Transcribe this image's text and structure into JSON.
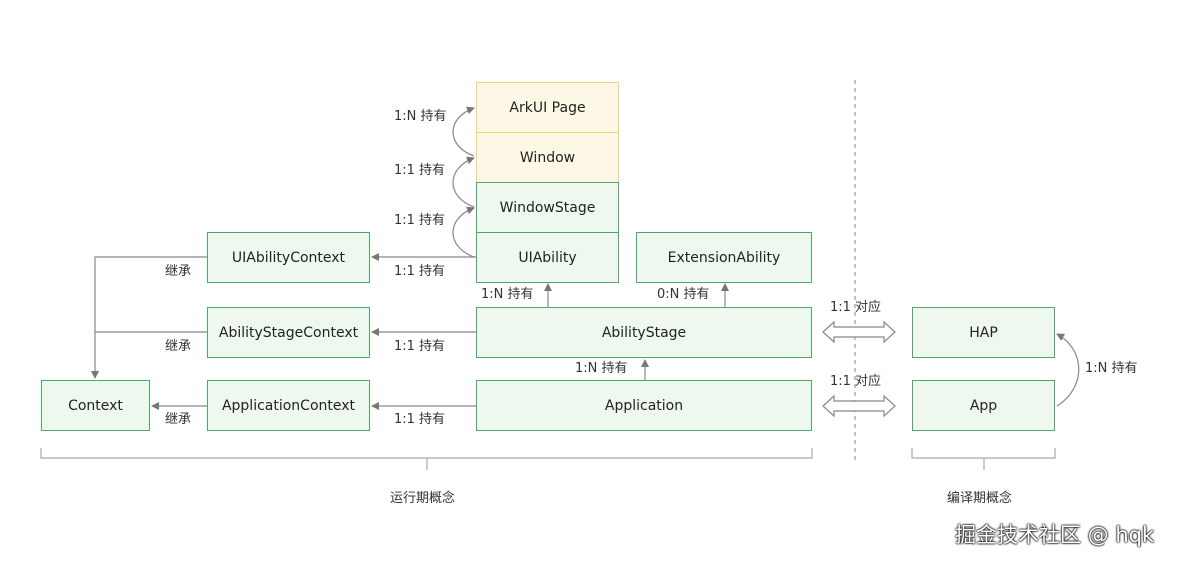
{
  "boxes": {
    "arkui_page": "ArkUI Page",
    "window": "Window",
    "window_stage": "WindowStage",
    "uiability": "UIAbility",
    "extension_ability": "ExtensionAbility",
    "uiability_context": "UIAbilityContext",
    "abilitystage_context": "AbilityStageContext",
    "application_context": "ApplicationContext",
    "context": "Context",
    "abilitystage": "AbilityStage",
    "application": "Application",
    "hap": "HAP",
    "app": "App"
  },
  "labels": {
    "arkui_window": "1:N 持有",
    "window_windowstage": "1:1 持有",
    "windowstage_uiability": "1:1 持有",
    "uiability_context": "1:1 持有",
    "uiability_abilitystage": "1:N 持有",
    "extension_abilitystage": "0:N 持有",
    "abilitystage_context": "1:1 持有",
    "abilitystage_application": "1:N 持有",
    "application_context": "1:1 持有",
    "inherit_1": "继承",
    "inherit_2": "继承",
    "inherit_3": "继承",
    "hap_map": "1:1 对应",
    "app_map": "1:1 对应",
    "app_hap": "1:N 持有"
  },
  "groups": {
    "runtime": "运行期概念",
    "compile": "编译期概念"
  },
  "watermark": "掘金技术社区 @ hqk",
  "colors": {
    "green_border": "#4fa86a",
    "green_fill": "#eef8ef",
    "yellow_border": "#f1d37a",
    "yellow_fill": "#fdf8e6",
    "arrow": "#777777"
  }
}
